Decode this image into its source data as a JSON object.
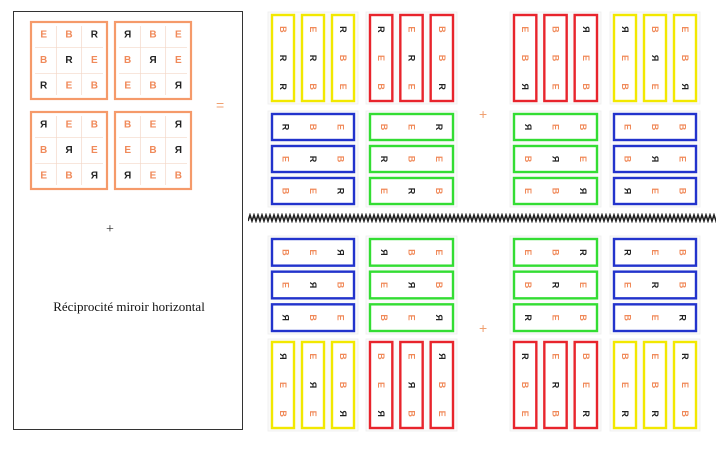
{
  "text": {
    "plus_left": "+",
    "caption": "Réciprocité miroir horizontal",
    "equals": "=",
    "plus": "+"
  },
  "letters": {
    "e": "E",
    "b": "B",
    "r": "R"
  },
  "colors": {
    "orange": "#f59a6a",
    "yellow": "#f2e800",
    "red": "#e8242c",
    "blue": "#2233cc",
    "green": "#33dd33",
    "panel_border": "#333333",
    "letter_orange": "#f08a5a",
    "letter_dark": "#222222"
  },
  "icons": {
    "divider": "zigzag-line-icon"
  }
}
